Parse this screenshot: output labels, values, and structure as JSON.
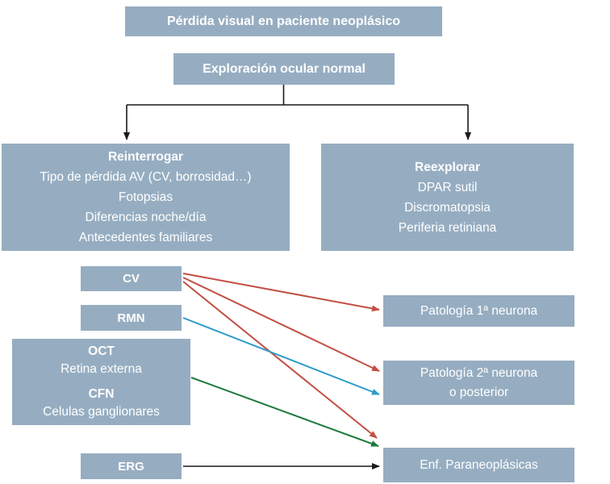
{
  "nodes": {
    "root": "Pérdida visual en paciente neoplásico",
    "exam": "Exploración ocular normal",
    "reinterrogar": {
      "title": "Reinterrogar",
      "lines": [
        "Tipo de pérdida AV (CV, borrosidad…)",
        "Fotopsias",
        "Diferencias noche/día",
        "Antecedentes familiares"
      ]
    },
    "reexplorar": {
      "title": "Reexplorar",
      "lines": [
        "DPAR sutil",
        "Discromatopsia",
        "Periferia retiniana"
      ]
    },
    "cv": "CV",
    "rmn": "RMN",
    "oct": {
      "title": "OCT",
      "subtitle": "Retina externa"
    },
    "cfn": {
      "title": "CFN",
      "subtitle": "Celulas ganglionares"
    },
    "erg": "ERG",
    "outcome_first": "Patología 1ª neurona",
    "outcome_second_line1": "Patología 2ª neurona",
    "outcome_second_line2": "o posterior",
    "outcome_paraneo": "Enf. Paraneoplásicas"
  },
  "connections": [
    {
      "from": "exam",
      "to": "reinterrogar",
      "color_key": "arrow_black"
    },
    {
      "from": "exam",
      "to": "reexplorar",
      "color_key": "arrow_black"
    },
    {
      "from": "cv",
      "to": "outcome_first",
      "color_key": "arrow_red"
    },
    {
      "from": "cv",
      "to": "outcome_second",
      "color_key": "arrow_red"
    },
    {
      "from": "cv",
      "to": "outcome_paraneo",
      "color_key": "arrow_red"
    },
    {
      "from": "rmn",
      "to": "outcome_second",
      "color_key": "arrow_blue"
    },
    {
      "from": "oct_cfn",
      "to": "outcome_paraneo",
      "color_key": "arrow_green"
    },
    {
      "from": "erg",
      "to": "outcome_paraneo",
      "color_key": "arrow_black"
    }
  ],
  "colors": {
    "box_fill": "#96ADC1",
    "text": "#FFFFFF",
    "arrow_red": "#C24F44",
    "arrow_blue": "#2D9BC9",
    "arrow_green": "#1E7B3C",
    "arrow_black": "#1A1A1A"
  }
}
